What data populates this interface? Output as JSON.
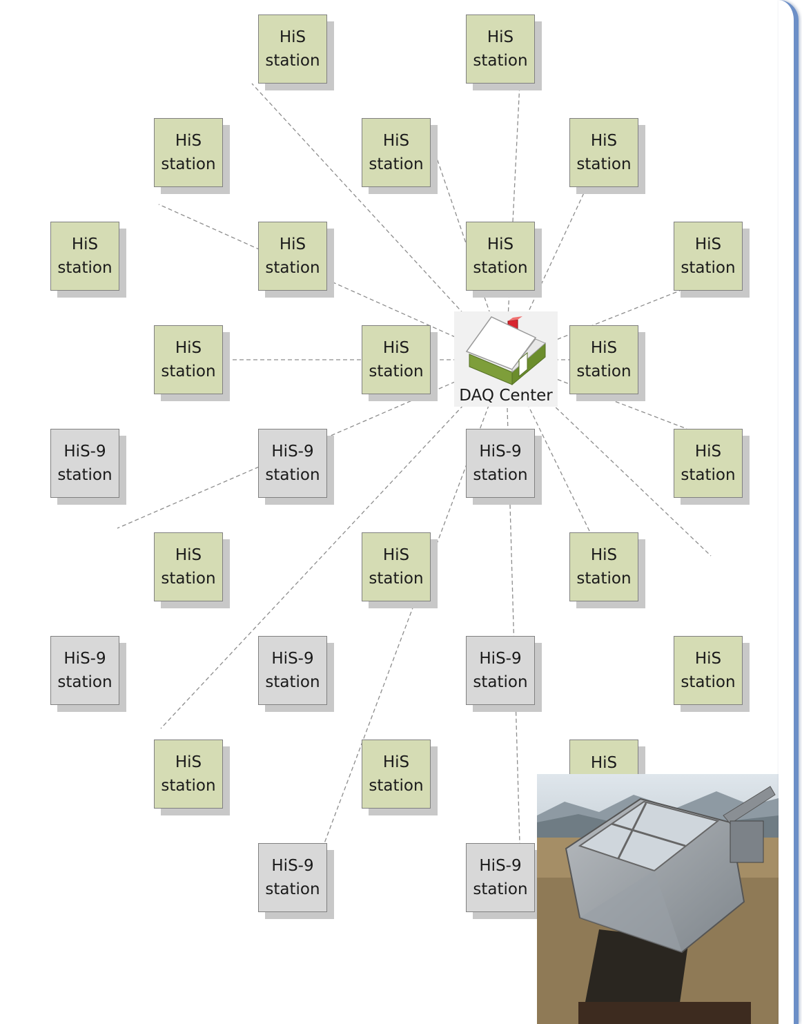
{
  "diagram": {
    "center_label": "DAQ Center",
    "stations": [
      {
        "line1": "HiS",
        "line2": "station",
        "kind": "his"
      },
      {
        "line1": "HiS",
        "line2": "station",
        "kind": "his"
      },
      {
        "line1": "HiS",
        "line2": "station",
        "kind": "his"
      },
      {
        "line1": "HiS",
        "line2": "station",
        "kind": "his"
      },
      {
        "line1": "HiS",
        "line2": "station",
        "kind": "his"
      },
      {
        "line1": "HiS",
        "line2": "station",
        "kind": "his"
      },
      {
        "line1": "HiS",
        "line2": "station",
        "kind": "his"
      },
      {
        "line1": "HiS",
        "line2": "station",
        "kind": "his"
      },
      {
        "line1": "HiS",
        "line2": "station",
        "kind": "his"
      },
      {
        "line1": "HiS",
        "line2": "station",
        "kind": "his"
      },
      {
        "line1": "HiS",
        "line2": "station",
        "kind": "his"
      },
      {
        "line1": "HiS",
        "line2": "station",
        "kind": "his"
      },
      {
        "line1": "HiS-9",
        "line2": "station",
        "kind": "his9"
      },
      {
        "line1": "HiS-9",
        "line2": "station",
        "kind": "his9"
      },
      {
        "line1": "HiS-9",
        "line2": "station",
        "kind": "his9"
      },
      {
        "line1": "HiS",
        "line2": "station",
        "kind": "his"
      },
      {
        "line1": "HiS",
        "line2": "station",
        "kind": "his"
      },
      {
        "line1": "HiS",
        "line2": "station",
        "kind": "his"
      },
      {
        "line1": "HiS",
        "line2": "station",
        "kind": "his"
      },
      {
        "line1": "HiS-9",
        "line2": "station",
        "kind": "his9"
      },
      {
        "line1": "HiS-9",
        "line2": "station",
        "kind": "his9"
      },
      {
        "line1": "HiS-9",
        "line2": "station",
        "kind": "his9"
      },
      {
        "line1": "HiS",
        "line2": "station",
        "kind": "his"
      },
      {
        "line1": "HiS",
        "line2": "station",
        "kind": "his"
      },
      {
        "line1": "HiS",
        "line2": "station",
        "kind": "his"
      },
      {
        "line1": "HiS",
        "line2": "",
        "kind": "his"
      },
      {
        "line1": "HiS-9",
        "line2": "station",
        "kind": "his9"
      },
      {
        "line1": "HiS-9",
        "line2": "station",
        "kind": "his9"
      }
    ],
    "colors": {
      "his_fill": "#d5dcb4",
      "his9_fill": "#d8d8d8",
      "link_line": "#8c8c8c",
      "frame": "#6c8fc7"
    }
  }
}
